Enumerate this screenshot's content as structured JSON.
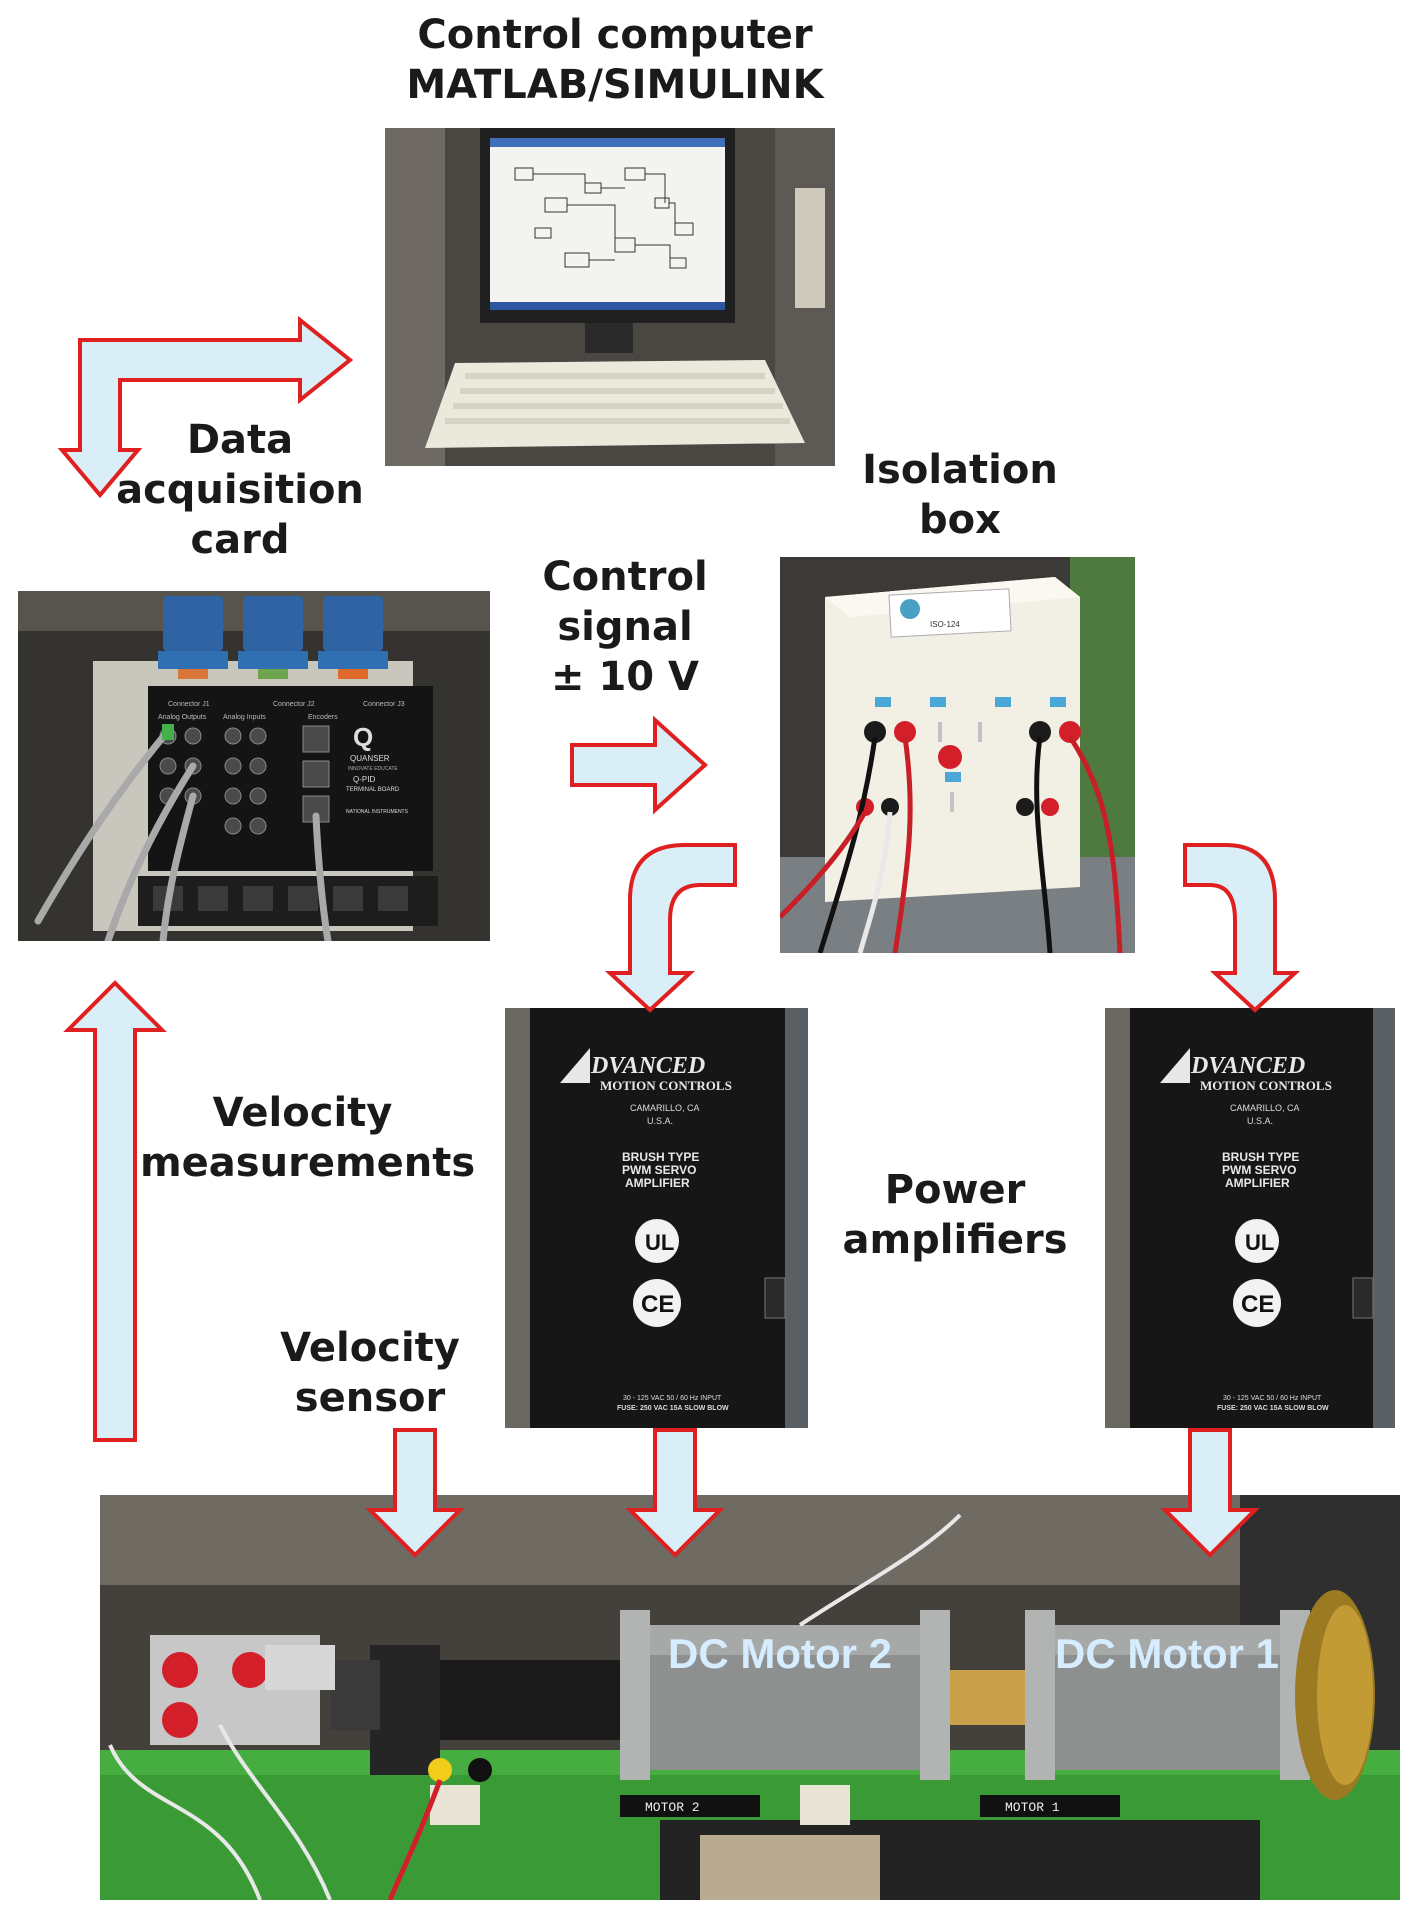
{
  "labels": {
    "control_computer": [
      "Control computer",
      "MATLAB/SIMULINK"
    ],
    "data_acquisition": [
      "Data",
      "acquisition",
      "card"
    ],
    "isolation_box": [
      "Isolation",
      "box"
    ],
    "control_signal": [
      "Control",
      "signal",
      "± 10 V"
    ],
    "velocity_measurements": [
      "Velocity",
      "measurements"
    ],
    "power_amplifiers": [
      "Power",
      "amplifiers"
    ],
    "velocity_sensor": [
      "Velocity",
      "sensor"
    ],
    "dc_motor_2": "DC Motor 2",
    "dc_motor_1": "DC Motor 1"
  },
  "daq_board": {
    "connector_labels": [
      "Connector J1",
      "Connector J2",
      "Connector J3"
    ],
    "section_labels": [
      "Analog Outputs",
      "Analog Inputs",
      "Encoders"
    ],
    "brand": "QUANSER",
    "tagline": "INNOVATE  EDUCATE",
    "model": "Q-PID",
    "board_name": "TERMINAL BOARD",
    "partner": "NATIONAL INSTRUMENTS"
  },
  "isolation_box_label": "ISO-124",
  "amplifier": {
    "brand_line1": "ADVANCED",
    "brand_line2": "MOTION CONTROLS",
    "location1": "CAMARILLO, CA",
    "location2": "U.S.A.",
    "type1": "BRUSH TYPE",
    "type2": "PWM SERVO",
    "type3": "AMPLIFIER",
    "ul_mark": "UL",
    "ce_mark": "CE",
    "input_spec": "30 - 125 VAC  50 / 60 Hz INPUT",
    "fuse_spec": "FUSE: 250 VAC 15A SLOW BLOW"
  },
  "bench": {
    "motor_plate_2": "MOTOR 2",
    "motor_plate_1": "MOTOR 1"
  },
  "colors": {
    "arrow_fill": "#d9eef6",
    "arrow_stroke": "#e02020",
    "amplifier_body": "#151515",
    "bench_green": "#3a9b36",
    "isolation_box": "#f2efe4"
  }
}
